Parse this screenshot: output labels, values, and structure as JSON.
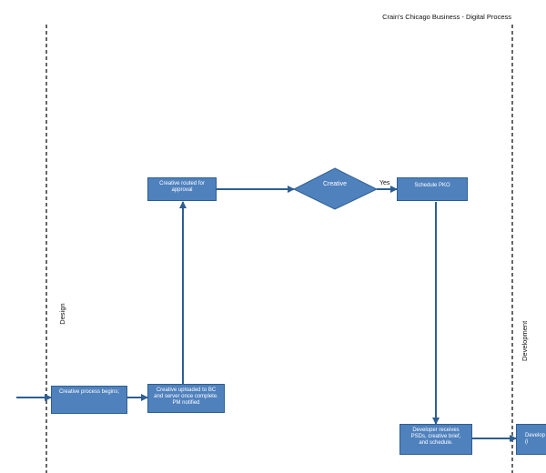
{
  "header": {
    "title": "Crain's Chicago Business - Digital Process"
  },
  "lanes": {
    "design": "Design",
    "development": "Development"
  },
  "nodes": {
    "creative_begins": "Creative process begins;",
    "creative_uploaded": "Creative uploaded to BC\nand server once complete.\nPM notified",
    "creative_routed": "Creative routed for\napproval",
    "decision": "Creative",
    "schedule_pko": "Schedule PKO",
    "developer_receives": "Developer receives\nPSDs, creative brief,\nand schedule.",
    "developer_partial": "Develop\n(i"
  },
  "edges": {
    "yes_label": "Yes"
  },
  "colors": {
    "box_fill": "#4f81bd",
    "box_border": "#2f5f91",
    "connector": "#2e5e91",
    "lane_line": "#000000"
  }
}
